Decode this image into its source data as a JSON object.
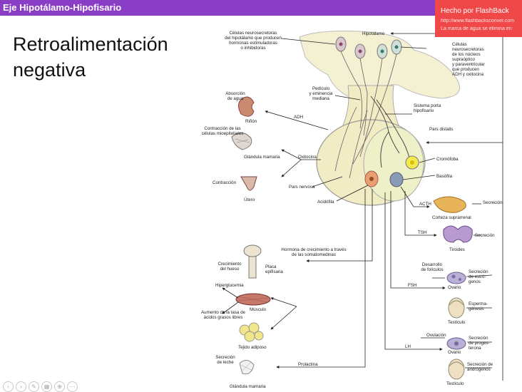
{
  "topbar": {
    "title": "Eje Hipotálamo-Hipofisario"
  },
  "watermark": {
    "line1": "Hecho por FlashBack",
    "line2": "http://www.flashbacksconver.com",
    "line3": "La marca de agua se elimina en"
  },
  "heading": {
    "line1": "Retroalimentación",
    "line2": "negativa"
  },
  "labels": {
    "celulas_neuro": [
      "Células neurosecretoras",
      "del hipotálamo que producen",
      "hormonas estimuladoras",
      "o inhibidoras"
    ],
    "hipotalamo": "Hipotálamo",
    "celulas_supra": [
      "Células",
      "neurosecretoras",
      "de los núcleos",
      "supraóptico",
      "y paraventricular",
      "que producen",
      "ADH y oxitocina"
    ],
    "pediculo": [
      "Pedículo",
      "y eminencia",
      "mediana"
    ],
    "sistema_porta": [
      "Sistema porta",
      "hipofisario"
    ],
    "pars_distalis": "Pars distalis",
    "absorcion": [
      "Absorción",
      "de agua"
    ],
    "rinon": "Riñón",
    "adh": "ADH",
    "contraccion_mioepi": [
      "Contracción de las",
      "células mioepiteliales"
    ],
    "glandula_mamaria": "Glándula mamaria",
    "oxitocina": "Oxitocina",
    "cromofoba": "Cromófoba",
    "basofila": "Basófila",
    "contraccion": "Contracción",
    "utero": "Útero",
    "pars_nervosa": "Pars nervosa",
    "acidofila": "Acidófila",
    "acth": "ACTH",
    "secrecion1": "Secreción",
    "corteza": "Corteza suprarrenal",
    "tsh": "TSH",
    "secrecion2": "Secreción",
    "tiroides": "Tiroides",
    "hormona_crec": [
      "Hormona de crecimiento a través",
      "de las somatomedinas"
    ],
    "crecimiento_hueso": [
      "Crecimiento",
      "del hueso"
    ],
    "placa": [
      "Placa",
      "epifisaria"
    ],
    "desarrollo_foliculos": [
      "Desarrollo",
      "de folículos"
    ],
    "secrecion_estro": [
      "Secreción",
      "de estró-",
      "genos"
    ],
    "fsh": "FSH",
    "ovario1": "Ovario",
    "hiperglucemia": "Hiperglucemia",
    "musculo": "Músculo",
    "aumento": [
      "Aumento de la tasa de",
      "ácidos grasos libres"
    ],
    "esperma": [
      "Esperma-",
      "génesis"
    ],
    "testiculo1": "Testículo",
    "tejido_adiposo": "Tejido adiposo",
    "ovulacion": "Ovulación",
    "secrecion_proges": [
      "Secreción",
      "de proges-",
      "terona"
    ],
    "lh": "LH",
    "ovario2": "Ovario",
    "secrecion_leche": [
      "Secreción",
      "de leche"
    ],
    "prolactina": "Prolactina",
    "secrecion_andro": [
      "Secreción de",
      "andrógenos"
    ],
    "testiculo2": "Testículo",
    "glandula_mamaria2": "Glándula mamaria"
  },
  "colors": {
    "topbar": "#8a3ec6",
    "watermark": "#f04848",
    "gland": "#f1ecc4",
    "pars_distalis": "#eef0c8"
  }
}
